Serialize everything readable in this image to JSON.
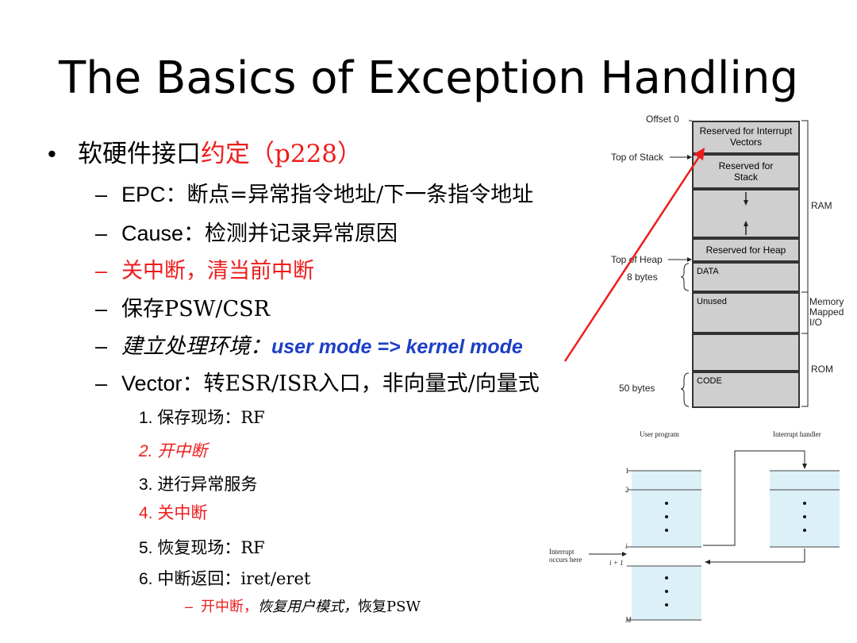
{
  "title": "The Basics of Exception Handling",
  "bullet": {
    "symbol": "•",
    "prefix": "软硬件接口",
    "highlight": "约定（p228）"
  },
  "sub_items": [
    {
      "dash": "–",
      "label": "EPC：",
      "text": "断点=异常指令地址/下一条指令地址"
    },
    {
      "dash": "–",
      "label": "Cause：",
      "text": "检测并记录异常原因"
    },
    {
      "dash": "–",
      "text": "关中断，清当前中断"
    },
    {
      "dash": "–",
      "text": "保存PSW/CSR"
    },
    {
      "dash": "–",
      "label": "建立处理环境：",
      "highlight": "user mode => kernel mode"
    },
    {
      "dash": "–",
      "label": "Vector：",
      "text": "转ESR/ISR入口，非向量式/向量式"
    }
  ],
  "steps": [
    {
      "num": "1.",
      "text": "保存现场：RF"
    },
    {
      "num": "2.",
      "text": "开中断"
    },
    {
      "num": "3.",
      "text": "进行异常服务"
    },
    {
      "num": "4.",
      "text": "关中断"
    },
    {
      "num": "5.",
      "text": "恢复现场：RF"
    },
    {
      "num": "6.",
      "text": "中断返回：iret/eret"
    }
  ],
  "final_item": {
    "dash": "–",
    "part1": "开中断，",
    "part2": "恢复用户模式，",
    "part3": "恢复PSW"
  },
  "memory_map": {
    "offset_label": "Offset",
    "offset_value": "0",
    "top_of_stack": "Top of Stack",
    "top_of_heap": "Top of Heap",
    "bytes_8": "8 bytes",
    "bytes_50": "50 bytes",
    "blocks": {
      "vectors": "Reserved for Interrupt Vectors",
      "stack": "Reserved for Stack",
      "heap": "Reserved for Heap",
      "data": "DATA",
      "unused": "Unused",
      "code": "CODE"
    },
    "regions": {
      "ram": "RAM",
      "mmio": "Memory Mapped I/O",
      "rom": "ROM"
    }
  },
  "interrupt_diagram": {
    "user_program": "User program",
    "interrupt_handler": "Interrupt handler",
    "interrupt_note": "Interrupt occurs here",
    "labels": {
      "one": "1",
      "two": "2",
      "i": "i",
      "i_plus_1": "i + 1",
      "m": "M"
    }
  },
  "colors": {
    "red": "#ee1c1c",
    "blue": "#1c3fc7",
    "panel_blue": "#dcf0f8",
    "gray_block": "#cfcfcf"
  }
}
